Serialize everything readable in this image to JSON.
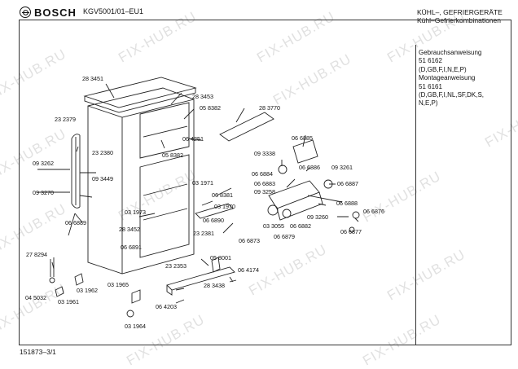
{
  "header": {
    "brand": "BOSCH",
    "model": "KGV5001/01–EU1",
    "category_line1": "KÜHL–, GEFRIERGERÄTE",
    "category_line2": "Kühl–Gefrierkombinationen"
  },
  "notes": [
    "Gebrauchsanweisung",
    "51 6162",
    "(D,GB,F,I,N,E,P)",
    "Montageanweisung",
    "51 6161",
    "(D,GB,F,I,NL,SF,DK,S,",
    "N,E,P)"
  ],
  "footer": {
    "drawing_id": "151873–3/1"
  },
  "watermark": "FIX-HUB.RU",
  "parts": [
    "28 3451",
    "28 3453",
    "05 8382",
    "28 3770",
    "23 2379",
    "06 4251",
    "23 2380",
    "05 8382",
    "06 6885",
    "09 3338",
    "09 3262",
    "09 3449",
    "06 6886",
    "09 3261",
    "06 6884",
    "06 6883",
    "06 6887",
    "09 3270",
    "03 1971",
    "09 3258",
    "06 8381",
    "03 1970",
    "06 6888",
    "03 1973",
    "06 6890",
    "09 3260",
    "06 6876",
    "28 3452",
    "06 6889",
    "23 2381",
    "03 3055",
    "06 6882",
    "06 6873",
    "06 6879",
    "06 6877",
    "06 6891",
    "05 8001",
    "27 8294",
    "23 2353",
    "06 4174",
    "28 3438",
    "03 1965",
    "03 1962",
    "04 5032",
    "03 1961",
    "06 4203",
    "03 1964"
  ]
}
